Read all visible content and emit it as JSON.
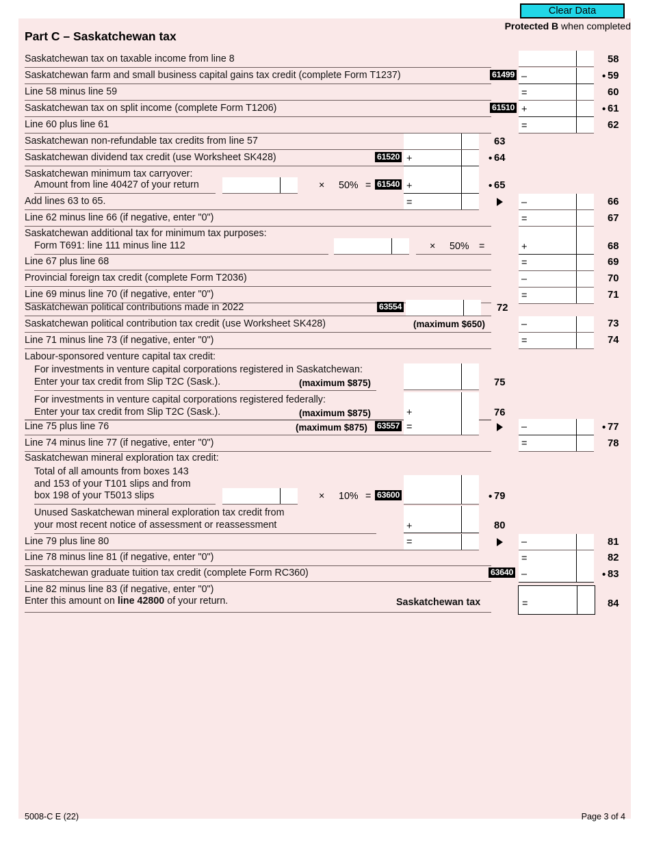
{
  "document": {
    "form_code": "5008-C E (22)",
    "page_label": "Page 3 of 4",
    "protected_bold": "Protected B",
    "protected_rest": " when completed",
    "part_title": "Part C – Saskatchewan tax"
  },
  "toolbar": {
    "clear_data_label": "Clear Data",
    "clear_data_color": "#21d7e8"
  },
  "symbols": {
    "minus": "–",
    "plus": "+",
    "equals": "=",
    "times": "×",
    "bullet": "•"
  },
  "rows": {
    "l58": {
      "label": "Saskatchewan tax on taxable income from line 8",
      "line": "58"
    },
    "l59": {
      "label": "Saskatchewan farm and small business capital gains tax credit (complete Form T1237)",
      "code": "61499",
      "op": "–",
      "line": "59",
      "bullet": "•"
    },
    "l60": {
      "label": "Line 58 minus line 59",
      "op": "=",
      "line": "60"
    },
    "l61": {
      "label": "Saskatchewan tax on split income (complete Form T1206)",
      "code": "61510",
      "op": "+",
      "line": "61",
      "bullet": "•"
    },
    "l62": {
      "label": "Line 60 plus line 61",
      "op": "=",
      "line": "62"
    },
    "l63": {
      "label": "Saskatchewan non-refundable tax credits from line 57",
      "line": "63"
    },
    "l64": {
      "label": "Saskatchewan dividend tax credit (use Worksheet SK428)",
      "code": "61520",
      "op": "+",
      "line": "64",
      "bullet": "•"
    },
    "l65": {
      "heading": "Saskatchewan minimum tax carryover:",
      "label": "Amount from line 40427 of your return",
      "times": "×",
      "rate": "50%",
      "eq_before_code": "=",
      "code": "61540",
      "op": "+",
      "line": "65",
      "bullet": "•"
    },
    "l66": {
      "label": "Add lines 63 to 65.",
      "op_mid": "=",
      "op_right": "–",
      "line": "66"
    },
    "l67": {
      "label": "Line 62 minus line 66 (if negative, enter \"0\")",
      "op": "=",
      "line": "67"
    },
    "l68": {
      "heading": "Saskatchewan additional tax for minimum tax purposes:",
      "label": "Form T691: line 111 minus line 112",
      "times": "×",
      "rate": "50%",
      "eq_after": "=",
      "op": "+",
      "line": "68"
    },
    "l69": {
      "label": "Line 67 plus line 68",
      "op": "=",
      "line": "69"
    },
    "l70": {
      "label": "Provincial foreign tax credit (complete Form T2036)",
      "op": "–",
      "line": "70"
    },
    "l71": {
      "label": "Line 69 minus line 70 (if negative, enter \"0\")",
      "op": "=",
      "line": "71"
    },
    "l72": {
      "label": "Saskatchewan political contributions made in 2022",
      "code": "63554",
      "line": "72"
    },
    "l73": {
      "label": "Saskatchewan political contribution tax credit (use Worksheet SK428)",
      "maximum": "(maximum $650)",
      "op": "–",
      "line": "73"
    },
    "l74": {
      "label": "Line 71 minus line 73 (if negative, enter \"0\")",
      "op": "=",
      "line": "74"
    },
    "lsvcc_heading": "Labour-sponsored venture capital tax credit:",
    "l75": {
      "label_1": "For investments in venture capital corporations registered in Saskatchewan:",
      "label_2": "Enter your tax credit from Slip T2C (Sask.).",
      "maximum": "(maximum $875)",
      "line": "75"
    },
    "l76": {
      "label_1": "For investments in venture capital corporations registered federally:",
      "label_2": "Enter your tax credit from Slip T2C (Sask.).",
      "maximum": "(maximum $875)",
      "op": "+",
      "line": "76"
    },
    "l77": {
      "label": "Line 75 plus line 76",
      "maximum": "(maximum $875)",
      "code": "63557",
      "op_mid": "=",
      "op_right": "–",
      "line": "77",
      "bullet": "•"
    },
    "l78": {
      "label": "Line 74 minus line 77 (if negative, enter \"0\")",
      "op": "=",
      "line": "78"
    },
    "lmineral_heading": "Saskatchewan mineral exploration tax credit:",
    "l79": {
      "label_1": "Total of all amounts from boxes 143",
      "label_2": "and 153 of your T101 slips and from",
      "label_3": "box 198 of your T5013 slips",
      "times": "×",
      "rate": "10%",
      "eq_before_code": "=",
      "code": "63600",
      "line": "79",
      "bullet": "•"
    },
    "l80": {
      "label_1": "Unused Saskatchewan mineral exploration tax credit from",
      "label_2": "your most recent notice of assessment or reassessment",
      "op": "+",
      "line": "80"
    },
    "l81": {
      "label": "Line 79 plus line 80",
      "op_mid": "=",
      "op_right": "–",
      "line": "81"
    },
    "l82": {
      "label": "Line 78 minus line 81 (if negative, enter \"0\")",
      "op": "=",
      "line": "82"
    },
    "l83": {
      "label": "Saskatchewan graduate tuition tax credit (complete Form RC360)",
      "code": "63640",
      "op": "–",
      "line": "83",
      "bullet": "•"
    },
    "l84": {
      "label_1": "Line 82 minus line 83 (if negative, enter \"0\")",
      "label_2_pre": "Enter this amount on ",
      "label_2_bold": "line 42800",
      "label_2_post": " of your return.",
      "total_label": "Saskatchewan tax",
      "op": "=",
      "line": "84"
    }
  }
}
